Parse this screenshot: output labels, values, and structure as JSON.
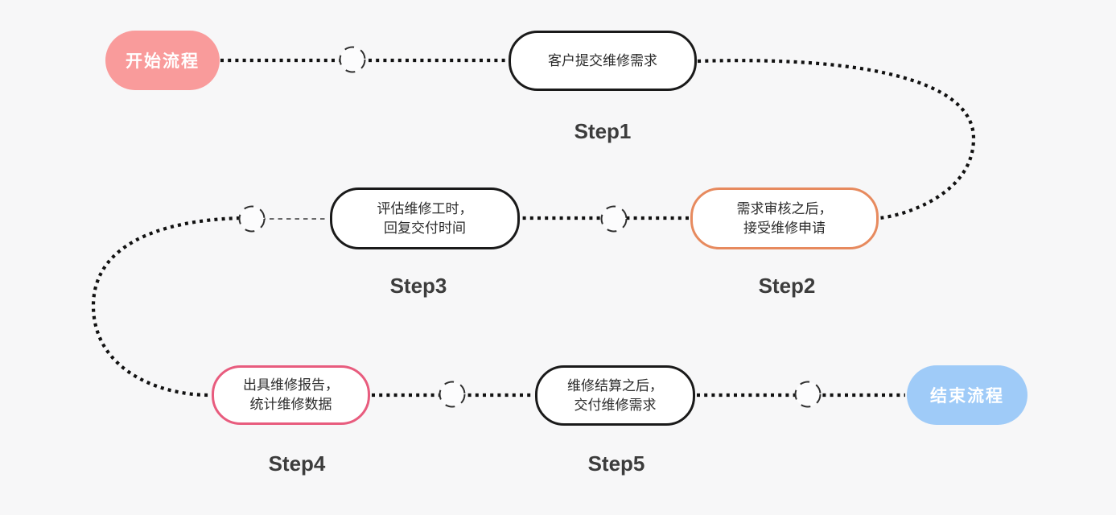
{
  "background": "#f7f7f8",
  "palette": {
    "line_color": "#111111",
    "thin_line_color": "#3a3a3a",
    "box_fill": "#ffffff",
    "black_border": "#1a1a1a",
    "step_label_color": "#3c3c3c",
    "box_text_color": "#2b2b2b"
  },
  "start": {
    "label": "开始流程",
    "fill": "#F99B9B",
    "text_color": "#ffffff"
  },
  "end": {
    "label": "结束流程",
    "fill": "#9FCBF8",
    "text_color": "#ffffff"
  },
  "steps": [
    {
      "name": "Step1",
      "line1": "客户提交维修需求",
      "line2": "",
      "border": "#1a1a1a"
    },
    {
      "name": "Step2",
      "line1": "需求审核之后，",
      "line2": "接受维修申请",
      "border": "#E78A5E"
    },
    {
      "name": "Step3",
      "line1": "评估维修工时，",
      "line2": "回复交付时间",
      "border": "#1a1a1a"
    },
    {
      "name": "Step4",
      "line1": "出具维修报告，",
      "line2": "统计维修数据",
      "border": "#E85C7E"
    },
    {
      "name": "Step5",
      "line1": "维修结算之后，",
      "line2": "交付维修需求",
      "border": "#1a1a1a"
    }
  ]
}
